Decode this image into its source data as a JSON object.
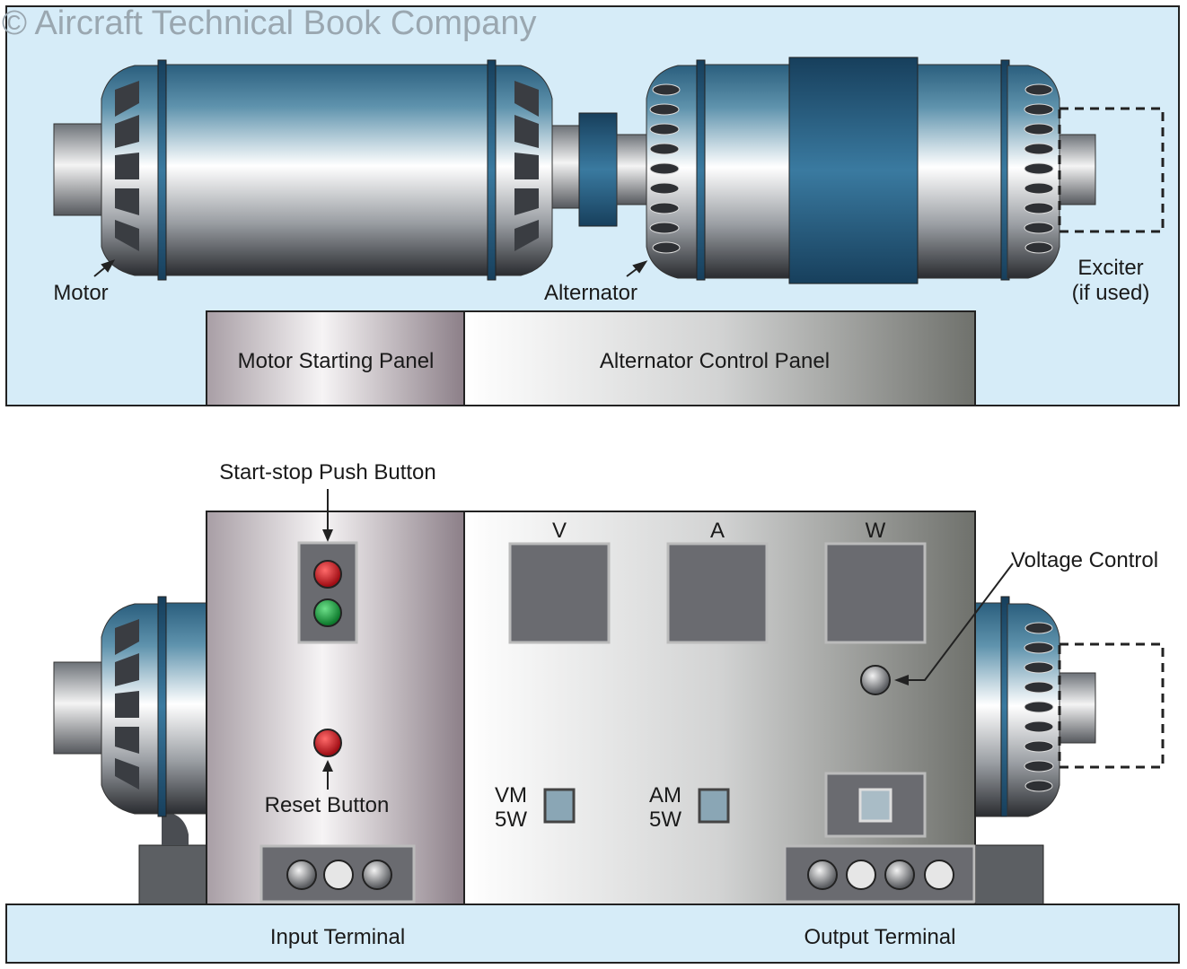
{
  "watermark": "© Aircraft Technical Book Company",
  "top_view": {
    "motor_label": "Motor",
    "alternator_label": "Alternator",
    "exciter_label_1": "Exciter",
    "exciter_label_2": "(if used)",
    "motor_panel_label": "Motor Starting Panel",
    "alternator_panel_label": "Alternator Control Panel"
  },
  "front_view": {
    "start_stop_label": "Start-stop Push Button",
    "reset_label": "Reset Button",
    "voltage_control_label": "Voltage Control",
    "meters": [
      "V",
      "A",
      "W"
    ],
    "vm_label_1": "VM",
    "vm_label_2": "5W",
    "am_label_1": "AM",
    "am_label_2": "5W",
    "input_terminal_label": "Input Terminal",
    "output_terminal_label": "Output Terminal"
  },
  "colors": {
    "background_blue": "#d6ecf8",
    "band_blue": "#1c5578",
    "button_red": "#c8141c",
    "button_green": "#1ea040"
  }
}
